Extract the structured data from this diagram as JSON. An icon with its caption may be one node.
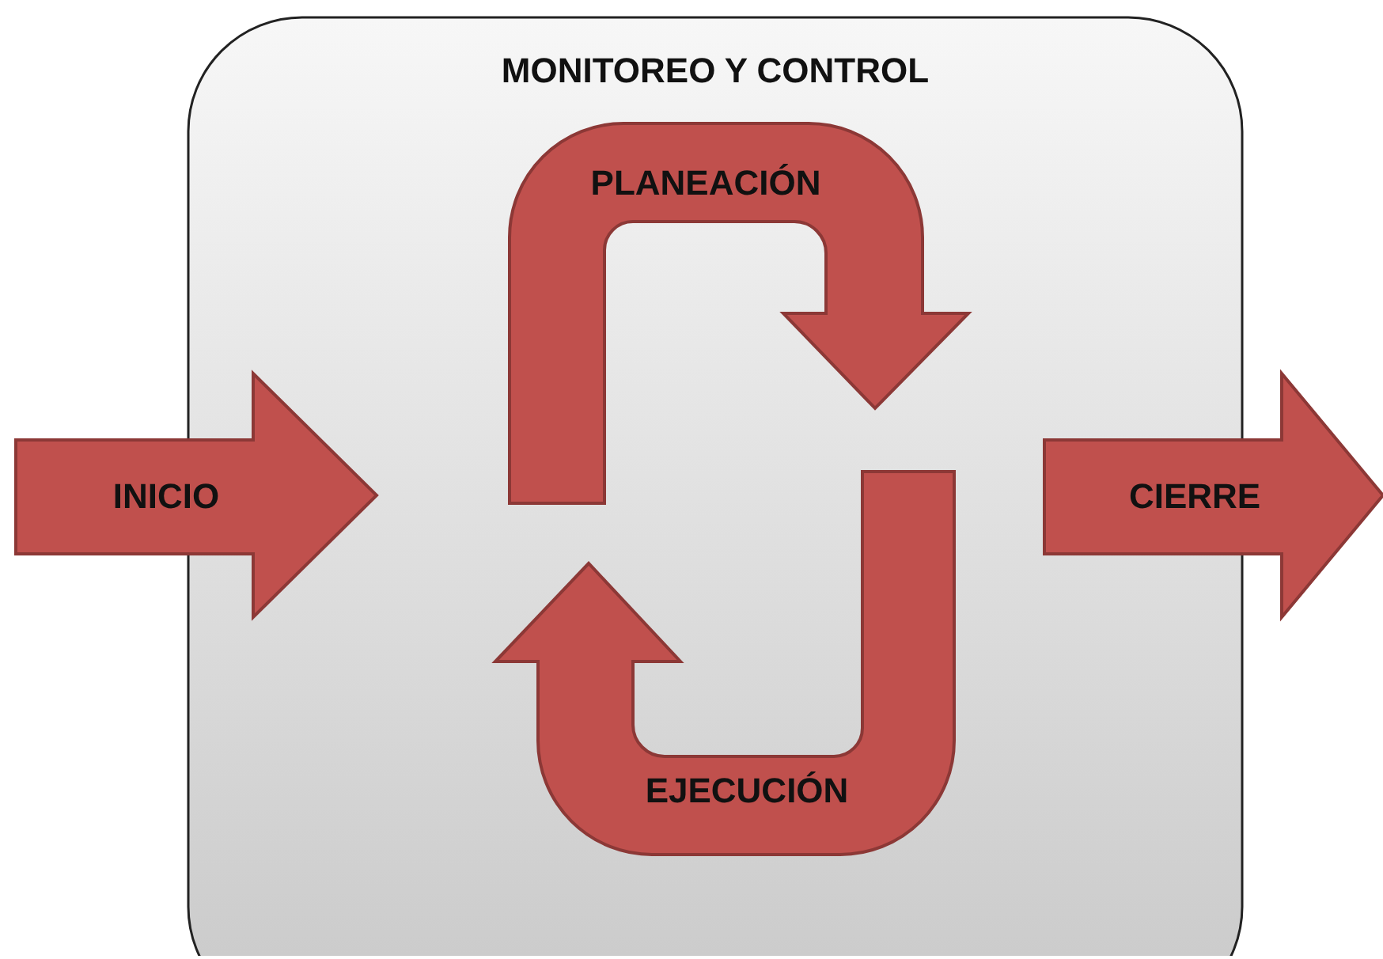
{
  "diagram": {
    "nodes": [
      {
        "text": [
          "MONITOREO Y CONTROL"
        ]
      },
      {
        "text": [
          "PLANEACIÓN"
        ],
        "in": 0
      },
      {
        "text": [
          "EJECUCIÓN"
        ],
        "in": 0
      },
      {
        "text": [
          "INICIO"
        ]
      },
      {
        "text": [
          "CIERRE"
        ]
      }
    ]
  }
}
